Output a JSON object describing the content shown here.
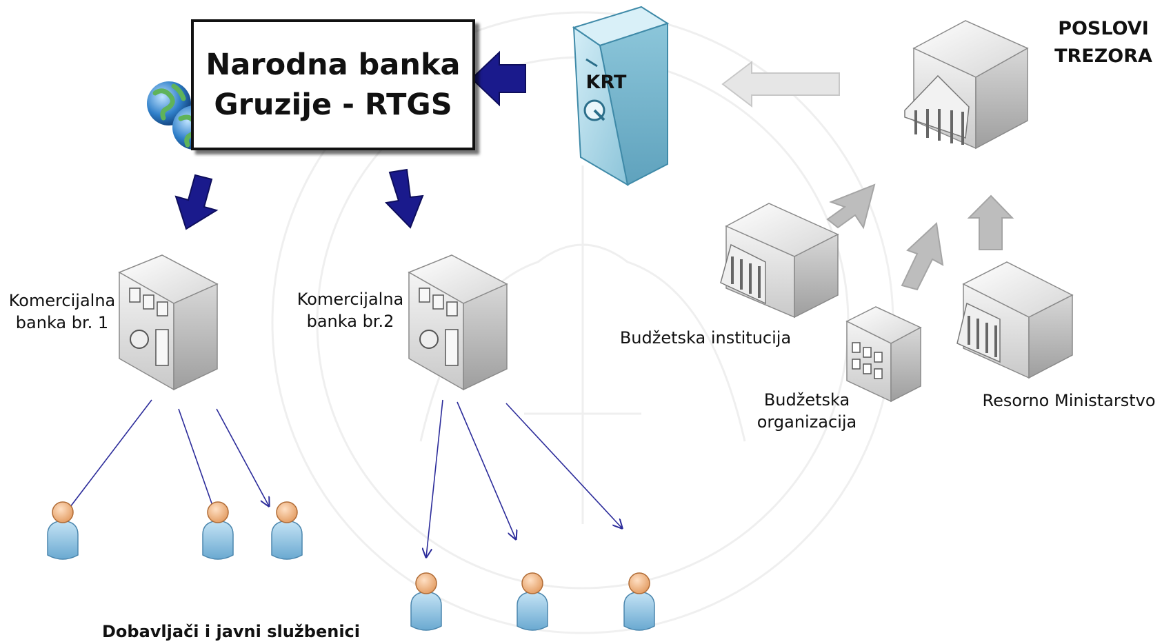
{
  "central_bank": {
    "line1": "Narodna banka",
    "line2": "Gruzije - RTGS"
  },
  "krt": {
    "label": "KRT"
  },
  "treasury": {
    "line1": "POSLOVI",
    "line2": "TREZORA"
  },
  "banks": [
    {
      "line1": "Komercijalna",
      "line2": "banka br. 1"
    },
    {
      "line1": "Komercijalna",
      "line2": "banka br.2"
    }
  ],
  "budget_institution": {
    "label": "Budžetska institucija"
  },
  "budget_organization": {
    "line1": "Budžetska",
    "line2": "organizacija"
  },
  "ministry": {
    "label": "Resorno Ministarstvo"
  },
  "recipients": {
    "label": "Dobavljači i javni službenici"
  },
  "colors": {
    "dark_arrow": "#1a1a8c",
    "grey_arrow": "#bdbdbd",
    "thin_arrow": "#2b2b9a",
    "safe": "#a9d6e6",
    "building": "#e6e6e6",
    "person_body": "#8fc3e3",
    "person_head": "#f1b17d"
  },
  "icons": [
    "globe-icon",
    "safe-icon",
    "bank-building-icon",
    "government-building-icon",
    "office-building-icon",
    "person-icon",
    "arrow-icon"
  ]
}
